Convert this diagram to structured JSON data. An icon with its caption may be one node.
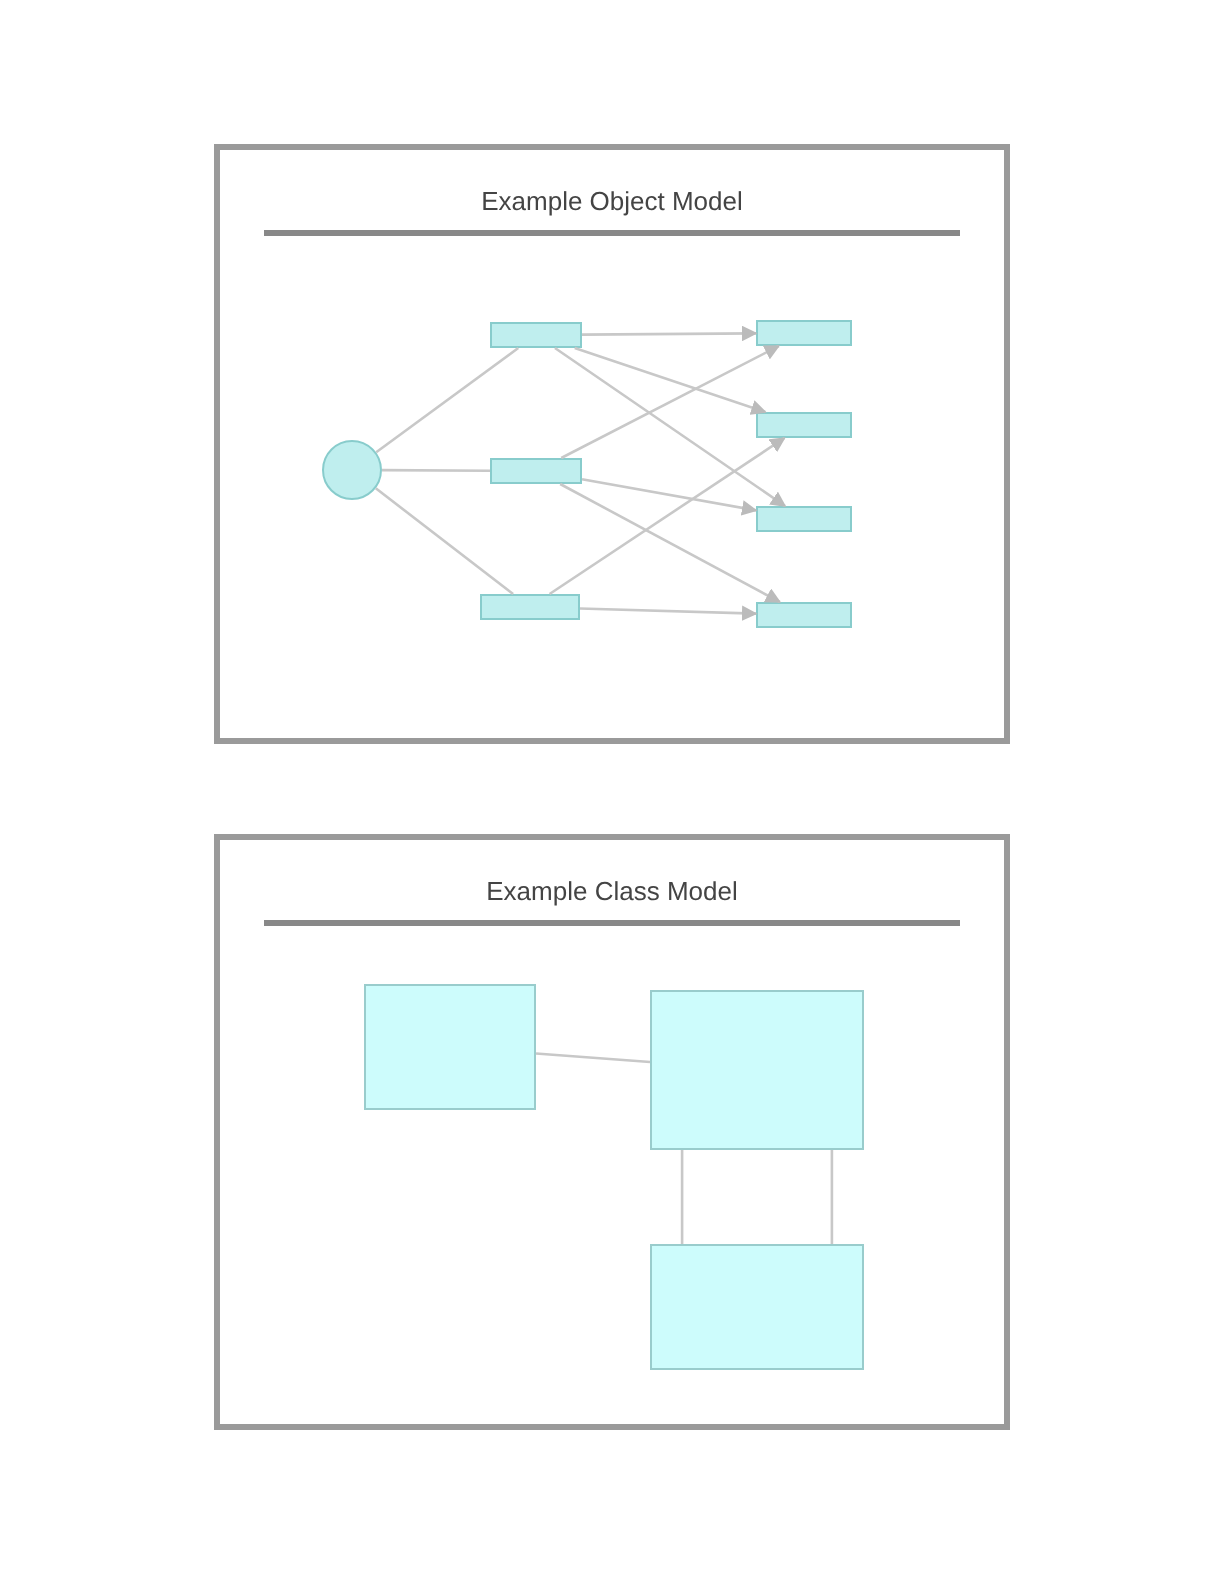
{
  "diagram": {
    "nodes": [
      {
        "text": [
          "Example Object Model"
        ]
      },
      {
        "text": [],
        "shape": "circle",
        "in": 0
      },
      {
        "text": [],
        "shape": "box",
        "in": 0
      },
      {
        "text": [],
        "shape": "box",
        "in": 0
      },
      {
        "text": [],
        "shape": "box",
        "in": 0
      },
      {
        "text": [],
        "shape": "box",
        "in": 0
      },
      {
        "text": [],
        "shape": "box",
        "in": 0
      },
      {
        "text": [],
        "shape": "box",
        "in": 0
      },
      {
        "text": [],
        "shape": "box",
        "in": 0
      },
      {
        "text": [
          "Example Class Model"
        ]
      },
      {
        "text": [],
        "shape": "box",
        "in": 9
      },
      {
        "text": [],
        "shape": "box",
        "in": 9
      },
      {
        "text": [],
        "shape": "box",
        "in": 9
      }
    ],
    "edges": [
      {
        "from": 1,
        "to": 2,
        "arrow": "none"
      },
      {
        "from": 1,
        "to": 3,
        "arrow": "none"
      },
      {
        "from": 1,
        "to": 4,
        "arrow": "none"
      },
      {
        "from": 2,
        "to": 5,
        "arrow": "to"
      },
      {
        "from": 2,
        "to": 6,
        "arrow": "to"
      },
      {
        "from": 2,
        "to": 7,
        "arrow": "to"
      },
      {
        "from": 3,
        "to": 5,
        "arrow": "to"
      },
      {
        "from": 3,
        "to": 7,
        "arrow": "to"
      },
      {
        "from": 3,
        "to": 8,
        "arrow": "to"
      },
      {
        "from": 4,
        "to": 6,
        "arrow": "to"
      },
      {
        "from": 4,
        "to": 8,
        "arrow": "to"
      },
      {
        "from": 10,
        "to": 11,
        "arrow": "none"
      },
      {
        "from": 11,
        "to": 12,
        "arrow": "none"
      },
      {
        "from": 11,
        "to": 12,
        "arrow": "none"
      }
    ]
  }
}
